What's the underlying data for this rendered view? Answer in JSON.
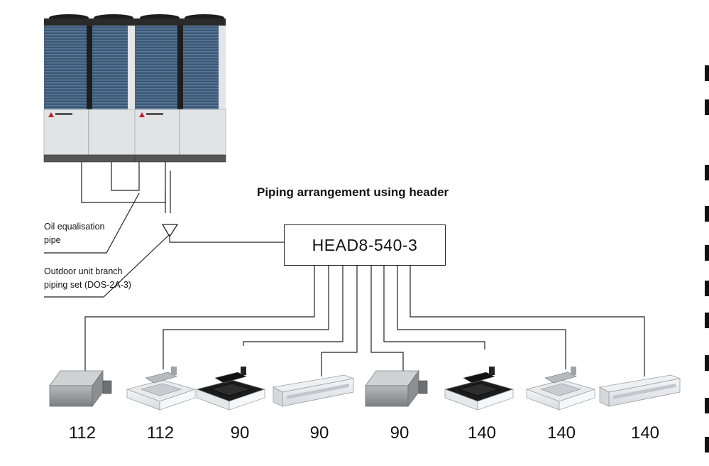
{
  "diagram": {
    "title": "Piping arrangement using header",
    "header_unit": {
      "label": "HEAD8-540-3"
    },
    "callouts": [
      {
        "id": "oil-equalisation-pipe",
        "lines": [
          "Oil equalisation",
          "pipe"
        ]
      },
      {
        "id": "outdoor-unit-branch-piping-set",
        "lines": [
          "Outdoor unit branch",
          "piping set (DOS-2A-3)"
        ]
      }
    ],
    "outdoor_units": [
      {
        "id": "outdoor-unit-1",
        "icon": "outdoor-unit-icon"
      },
      {
        "id": "outdoor-unit-2",
        "icon": "outdoor-unit-icon"
      }
    ],
    "indoor_units": [
      {
        "type": "ducted",
        "capacity": "112",
        "icon": "ducted-unit-icon"
      },
      {
        "type": "cassette-white",
        "capacity": "112",
        "icon": "cassette-unit-icon"
      },
      {
        "type": "cassette-black",
        "capacity": "90",
        "icon": "cassette-unit-icon"
      },
      {
        "type": "ceiling-suspended",
        "capacity": "90",
        "icon": "ceiling-suspended-unit-icon"
      },
      {
        "type": "ducted",
        "capacity": "90",
        "icon": "ducted-unit-icon"
      },
      {
        "type": "cassette-black",
        "capacity": "140",
        "icon": "cassette-unit-icon"
      },
      {
        "type": "cassette-white",
        "capacity": "140",
        "icon": "cassette-unit-icon"
      },
      {
        "type": "ceiling-suspended",
        "capacity": "140",
        "icon": "ceiling-suspended-unit-icon"
      }
    ],
    "colors": {
      "line": "#222222",
      "unit_body": "#dfe1e3",
      "coil": "#3d5a78",
      "cassette_black": "#1a1a1a"
    }
  }
}
